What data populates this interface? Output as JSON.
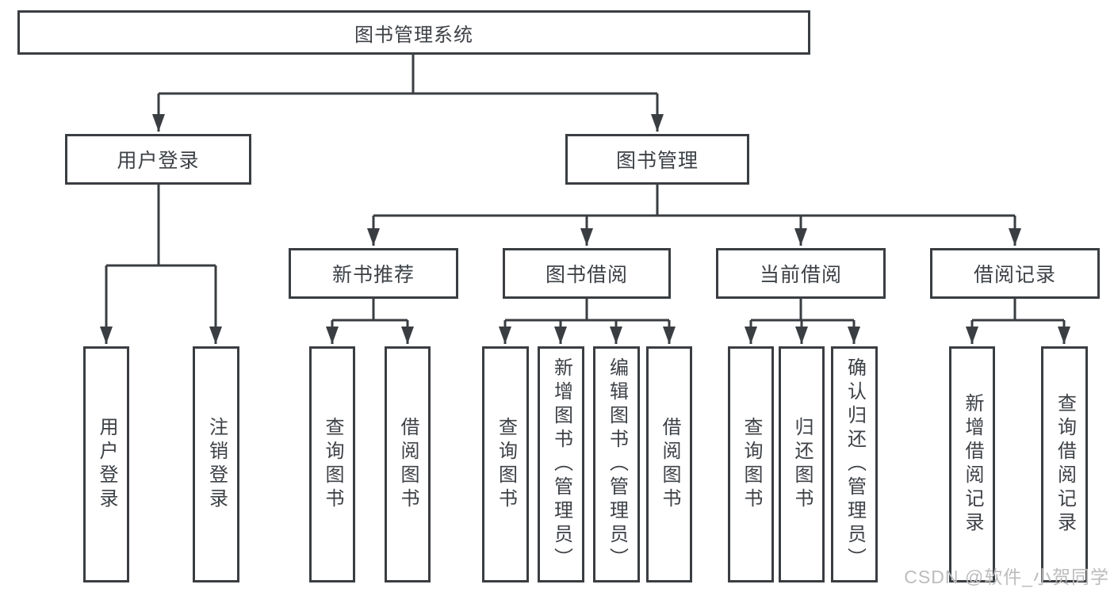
{
  "colors": {
    "line": "#3a3d41",
    "text": "#3d4146",
    "box_bg": "#ffffff",
    "bg": "#ffffff",
    "watermark": "#bcbcbc"
  },
  "diagram": {
    "root": {
      "label": "图书管理系统"
    },
    "level2": {
      "user_login": {
        "label": "用户登录"
      },
      "book_management": {
        "label": "图书管理"
      }
    },
    "level3": {
      "new_book_recommend": {
        "label": "新书推荐"
      },
      "book_borrowing": {
        "label": "图书借阅"
      },
      "current_borrowing": {
        "label": "当前借阅"
      },
      "borrowing_records": {
        "label": "借阅记录"
      }
    },
    "leaves": {
      "user_login": {
        "label": "用户登录"
      },
      "logout": {
        "label": "注销登录"
      },
      "nbr_query_books": {
        "label": "查询图书"
      },
      "nbr_borrow_books": {
        "label": "借阅图书"
      },
      "bb_query_books": {
        "label": "查询图书"
      },
      "bb_add_books": {
        "label": "新增图书（管理员）"
      },
      "bb_edit_books": {
        "label": "编辑图书（管理员）"
      },
      "bb_borrow_books": {
        "label": "借阅图书"
      },
      "cb_query_books": {
        "label": "查询图书"
      },
      "cb_return_books": {
        "label": "归还图书"
      },
      "cb_confirm_return": {
        "label": "确认归还（管理员）"
      },
      "br_add_record": {
        "label": "新增借阅记录"
      },
      "br_query_record": {
        "label": "查询借阅记录"
      }
    }
  },
  "watermark": {
    "text": "CSDN @软件_小贺同学"
  }
}
